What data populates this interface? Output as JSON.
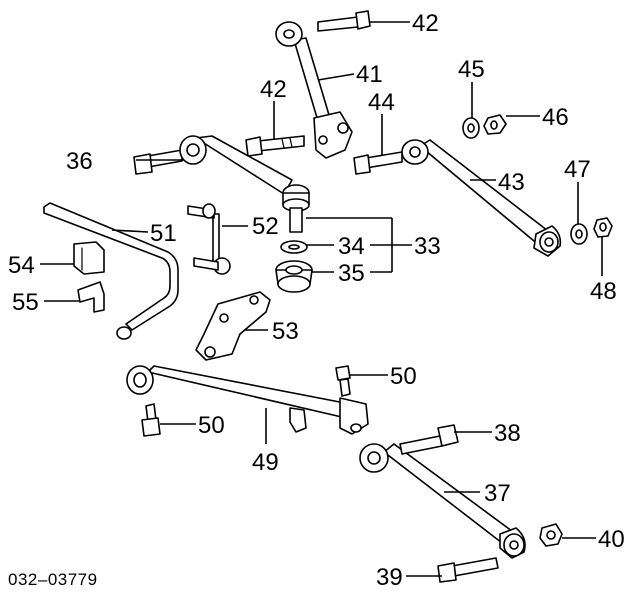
{
  "diagram": {
    "drawing_code": "032–03779",
    "callouts": {
      "c33": "33",
      "c34": "34",
      "c35": "35",
      "c36": "36",
      "c37": "37",
      "c38": "38",
      "c39": "39",
      "c40": "40",
      "c41": "41",
      "c42a": "42",
      "c42b": "42",
      "c43": "43",
      "c44": "44",
      "c45": "45",
      "c46": "46",
      "c47": "47",
      "c48": "48",
      "c49": "49",
      "c50a": "50",
      "c50b": "50",
      "c51": "51",
      "c52": "52",
      "c53": "53",
      "c54": "54",
      "c55": "55"
    }
  }
}
